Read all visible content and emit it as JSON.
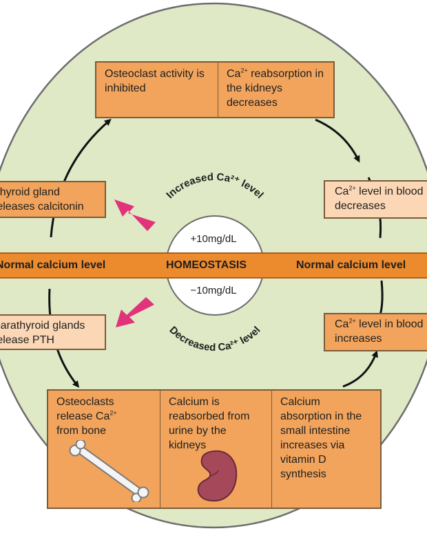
{
  "top_box": {
    "left": "Osteoclast activity is inhibited",
    "right_pre": "Ca",
    "right_sup": "2+",
    "right_post": " reabsorption in the kidneys decreases"
  },
  "left_upper_box": {
    "line1": "Thyroid gland",
    "line2": "releases calcitonin"
  },
  "left_lower_box": {
    "line1": "Parathyroid glands",
    "line2": "release PTH"
  },
  "right_upper_box": {
    "pre": "Ca",
    "sup": "2+",
    "line1_post": " level in blood",
    "line2": "decreases"
  },
  "right_lower_box": {
    "pre": "Ca",
    "sup": "2+",
    "line1_post": " level in blood",
    "line2": "increases"
  },
  "band": {
    "left_label": "Normal calcium level",
    "center_label": "HOMEOSTASIS",
    "right_label": "Normal calcium level"
  },
  "center": {
    "upper_value": "+10mg/dL",
    "lower_value": "−10mg/dL"
  },
  "arc_labels": {
    "upper": "Increased Ca²⁺ level",
    "lower": "Decreased Ca²⁺ level"
  },
  "bottom_box": {
    "cell1_line1": "Osteoclasts",
    "cell1_line2_pre": "release Ca",
    "cell1_line2_sup": "2+",
    "cell1_line3": "from bone",
    "cell2": "Calcium is reabsorbed from urine by the kidneys",
    "cell3": "Calcium absorption in the small intestine increases via vitamin D synthesis"
  },
  "icons": [
    "bone-icon",
    "kidney-icon"
  ],
  "colors": {
    "circle_fill": "#dfe9c6",
    "dark_box": "#f2a45c",
    "light_box": "#fbd7b6",
    "band": "#ec8a2e",
    "pink_arrow": "#e0337a"
  }
}
